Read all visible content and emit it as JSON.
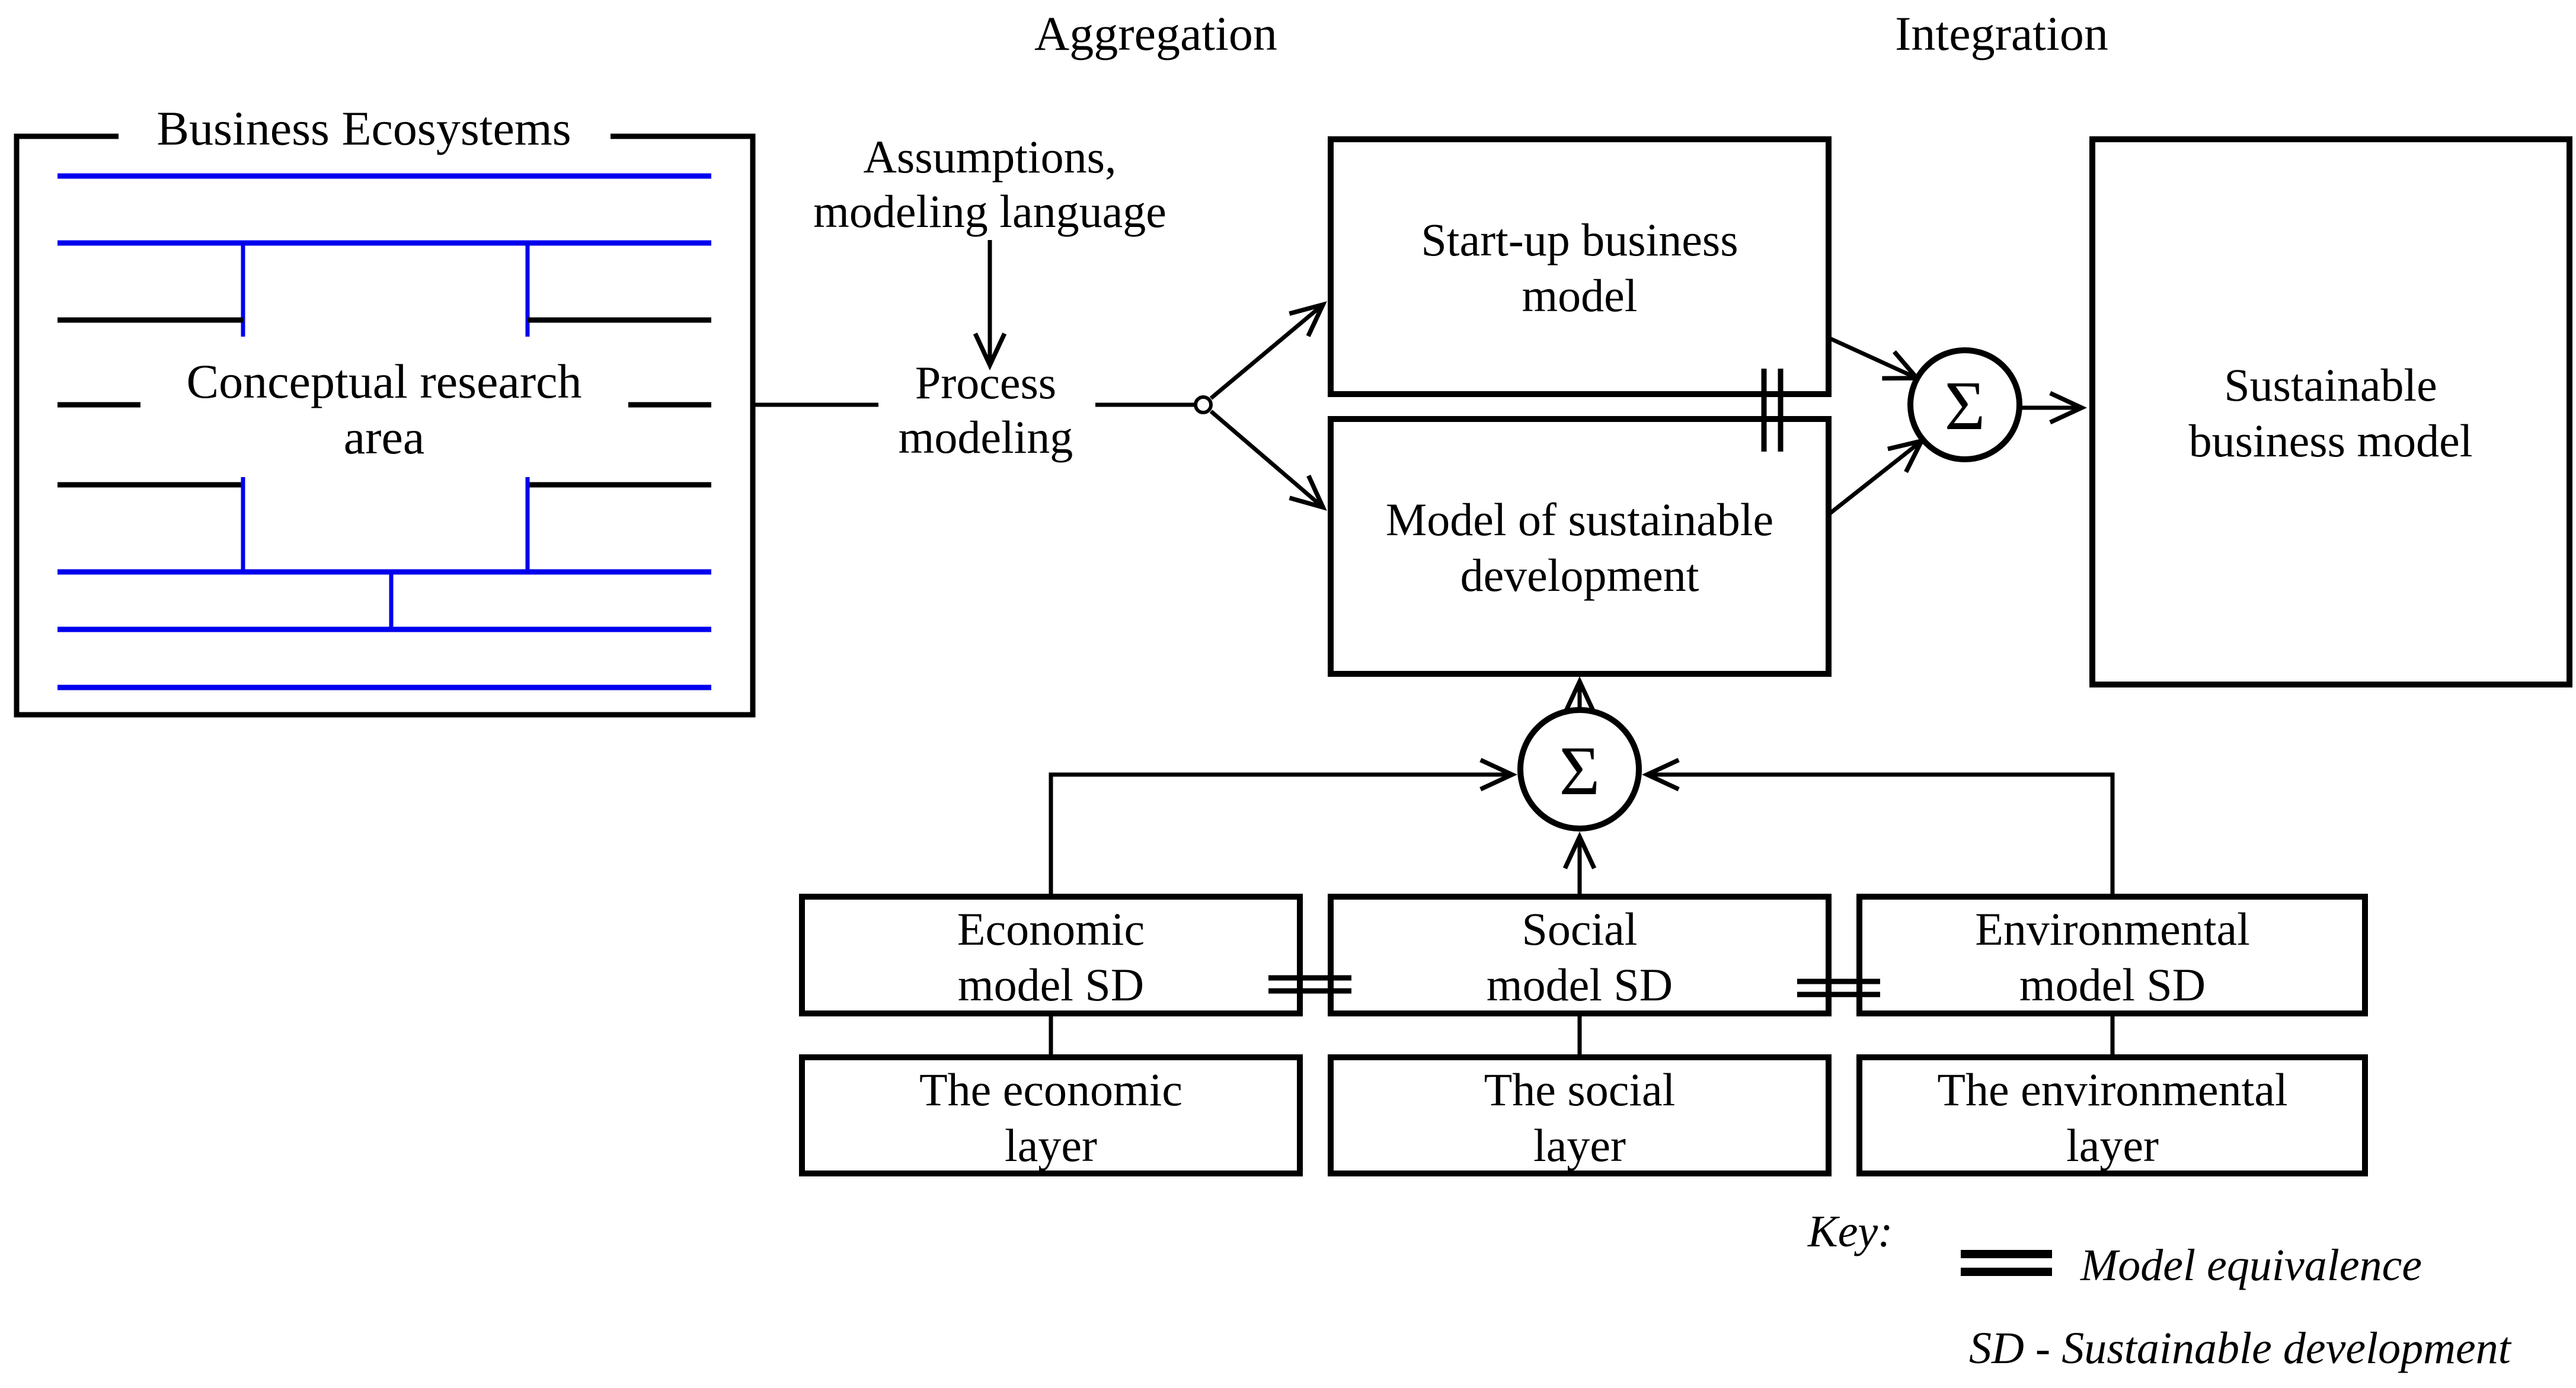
{
  "figure": {
    "stage_labels": {
      "aggregation": "Aggregation",
      "integration": "Integration"
    },
    "business_ecosystems": {
      "title": "Business Ecosystems",
      "center_label_line1": "Conceptual research",
      "center_label_line2": "area"
    },
    "process_modeling": {
      "input_line1": "Assumptions,",
      "input_line2": "modeling language",
      "label_line1": "Process",
      "label_line2": "modeling"
    },
    "boxes": {
      "startup_business_model": {
        "line1": "Start-up business",
        "line2": "model"
      },
      "model_of_sustainable_development": {
        "line1": "Model of sustainable",
        "line2": "development"
      },
      "sustainable_business_model": {
        "line1": "Sustainable",
        "line2": "business model"
      },
      "economic_model_sd": {
        "line1": "Economic",
        "line2": "model SD"
      },
      "social_model_sd": {
        "line1": "Social",
        "line2": "model SD"
      },
      "environmental_model_sd": {
        "line1": "Environmental",
        "line2": "model SD"
      },
      "economic_layer": {
        "line1": "The economic",
        "line2": "layer"
      },
      "social_layer": {
        "line1": "The social",
        "line2": "layer"
      },
      "environmental_layer": {
        "line1": "The environmental",
        "line2": "layer"
      }
    },
    "operators": {
      "sum_symbol": "Σ"
    },
    "key": {
      "title": "Key:",
      "equivalence_label": "Model equivalence",
      "sd_label": "SD - Sustainable development"
    },
    "colors": {
      "accent_blue": "#0000EE",
      "line_black": "#000000",
      "background": "#FFFFFF"
    }
  }
}
